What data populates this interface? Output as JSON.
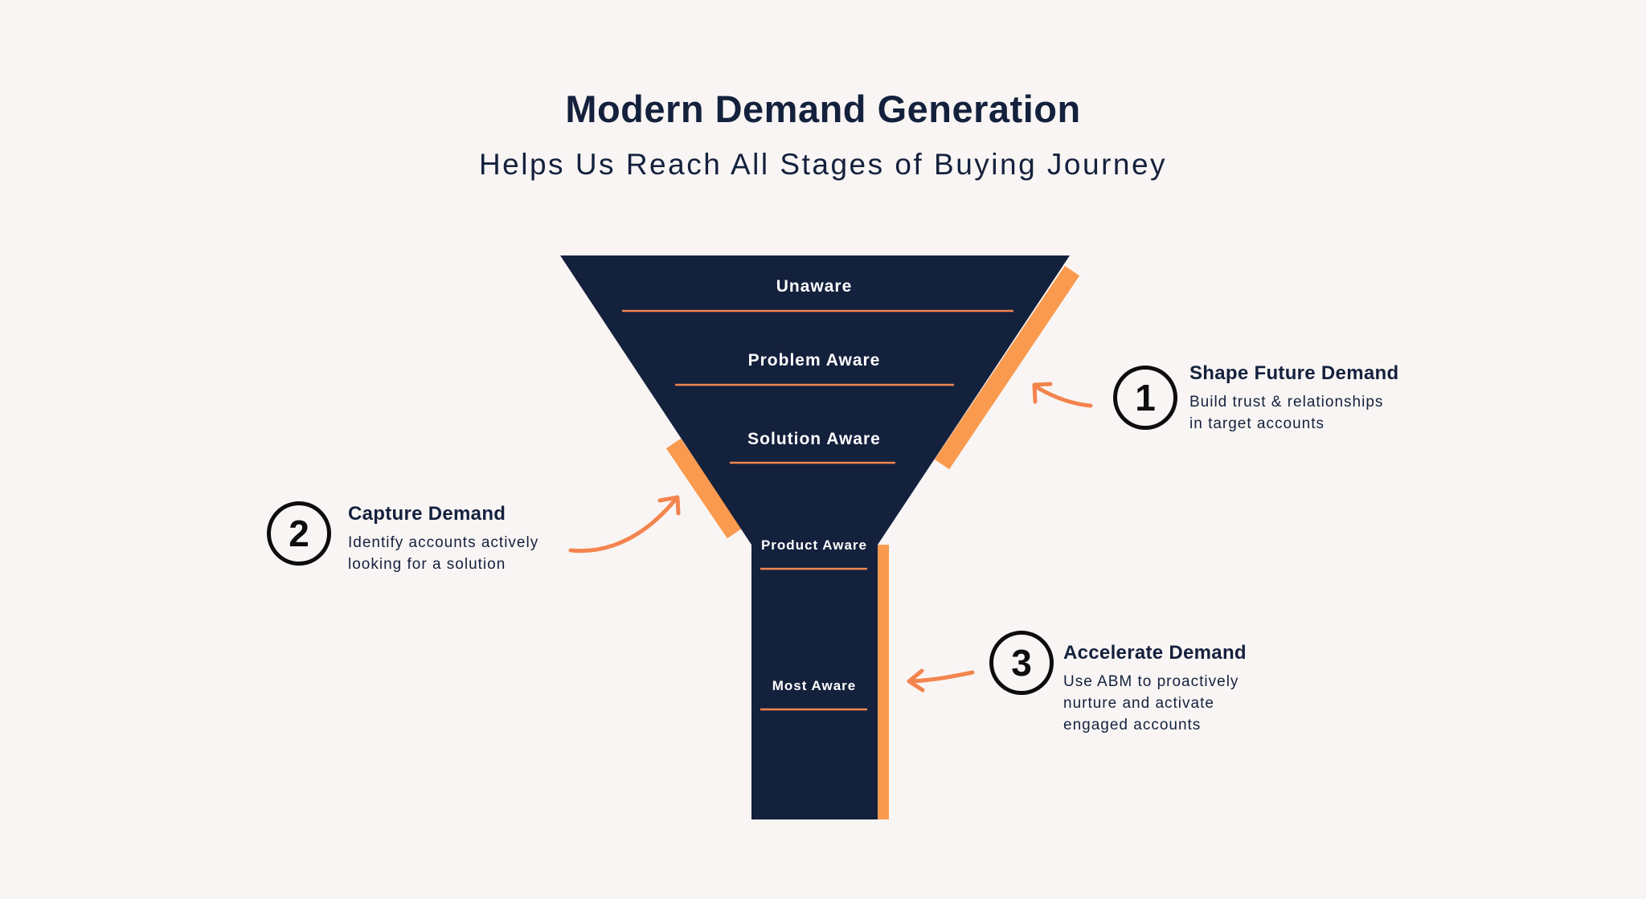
{
  "header": {
    "title": "Modern Demand Generation",
    "subtitle": "Helps Us Reach All Stages of Buying Journey"
  },
  "funnel": {
    "stages": [
      {
        "label": "Unaware"
      },
      {
        "label": "Problem Aware"
      },
      {
        "label": "Solution Aware"
      },
      {
        "label": "Product Aware"
      },
      {
        "label": "Most Aware"
      }
    ]
  },
  "callouts": [
    {
      "number": "1",
      "title": "Shape Future Demand",
      "lines": [
        "Build trust & relationships",
        "in target accounts"
      ]
    },
    {
      "number": "2",
      "title": "Capture Demand",
      "lines": [
        "Identify accounts actively",
        "looking for a solution"
      ]
    },
    {
      "number": "3",
      "title": "Accelerate Demand",
      "lines": [
        "Use ABM to proactively",
        "nurture and activate",
        "engaged accounts"
      ]
    }
  ],
  "colors": {
    "navy": "#14213d",
    "orange": "#f99a4f",
    "arrow": "#f3844e",
    "background": "#f9f5f4"
  }
}
